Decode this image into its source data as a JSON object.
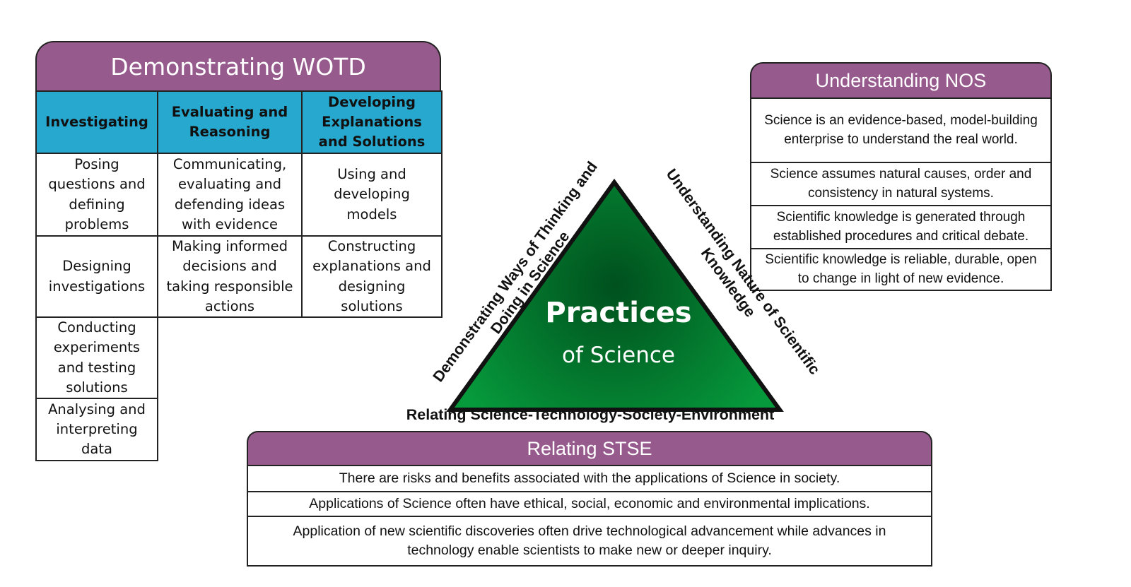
{
  "wotd": {
    "title": "Demonstrating WOTD",
    "columns": [
      {
        "heading": "Investigating",
        "items": [
          "Posing questions and defining problems",
          "Designing investigations",
          "Conducting experiments and testing solutions",
          "Analysing and interpreting data"
        ]
      },
      {
        "heading": "Evaluating and Reasoning",
        "items": [
          "Communicating, evaluating and defending ideas with evidence",
          "Making informed decisions and taking responsible actions"
        ]
      },
      {
        "heading": "Developing Explanations and Solutions",
        "items": [
          "Using and developing models",
          "Constructing explanations and designing solutions"
        ]
      }
    ]
  },
  "nos": {
    "title": "Understanding NOS",
    "items": [
      "Science is an evidence-based, model-building enterprise to understand the real world.",
      "Science assumes natural causes, order and consistency in natural systems.",
      "Scientific knowledge is generated through established procedures and critical debate.",
      "Scientific knowledge is reliable, durable, open to change in light of new evidence."
    ]
  },
  "stse": {
    "title": "Relating STSE",
    "caption": "Relating Science-Technology-Society-Environment",
    "items": [
      "There are risks and benefits associated with the applications of Science in society.",
      "Applications of Science often have ethical, social, economic and environmental implications.",
      "Application of new scientific discoveries often drive technological advancement while advances in technology enable scientists to make new or deeper inquiry."
    ]
  },
  "triangle": {
    "title": "Practices",
    "subtitle": "of Science",
    "left_label_line1": "Demonstrating Ways of Thinking and",
    "left_label_line2": "Doing in Science",
    "right_label_line1": "Understanding Nature of Scientific",
    "right_label_line2": "Knowledge",
    "fill_center": "#00501d",
    "fill_edge": "#069a3c"
  },
  "colors": {
    "header_purple": "#975a8d",
    "header_blue": "#27a8cf"
  }
}
